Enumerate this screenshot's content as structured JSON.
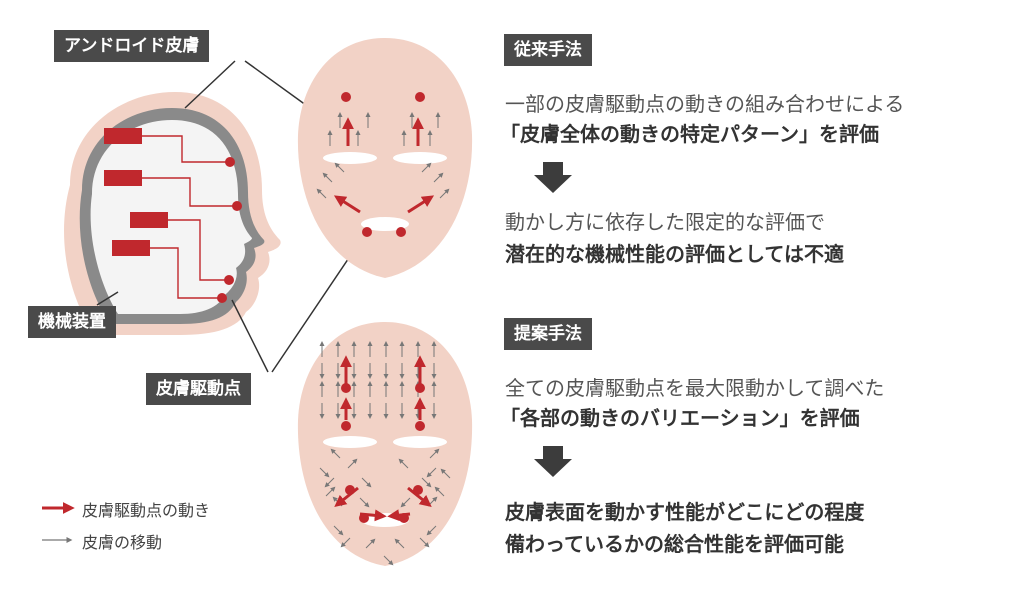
{
  "labels": {
    "android_skin": "アンドロイド皮膚",
    "mechanical_device": "機械装置",
    "skin_drive_point": "皮膚駆動点"
  },
  "legend": {
    "drive_motion": "皮膚駆動点の動き",
    "skin_movement": "皮膚の移動"
  },
  "conventional": {
    "title": "従来手法",
    "line1": "一部の皮膚駆動点の動きの組み合わせによる",
    "line2": "「皮膚全体の動きの特定パターン」を評価",
    "line3": "動かし方に依存した限定的な評価で",
    "line4": "潜在的な機械性能の評価としては不適"
  },
  "proposed": {
    "title": "提案手法",
    "line1": "全ての皮膚駆動点を最大限動かして調べた",
    "line2": "「各部の動きのバリエーション」を評価",
    "line3": "皮膚表面を動かす性能がどこにどの程度",
    "line4": "備わっているかの総合性能を評価可能"
  },
  "colors": {
    "skin": "#f2d2c6",
    "skin_outer": "#ecc4b7",
    "red": "#c0282d",
    "gray_arrow": "#777777",
    "label_bg": "#4a4a4a"
  }
}
